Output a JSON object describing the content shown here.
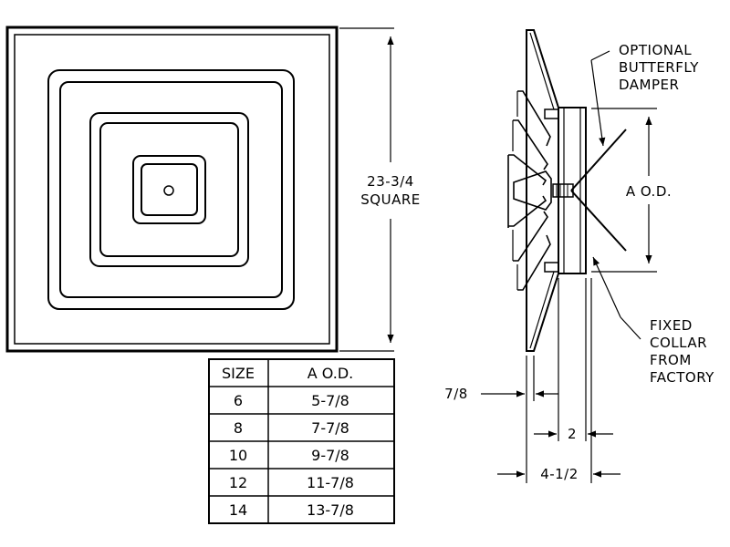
{
  "front_view": {
    "dimension_value": "23-3/4",
    "dimension_unit_label": "SQUARE"
  },
  "size_table": {
    "headers": [
      "SIZE",
      "A O.D."
    ],
    "rows": [
      [
        "6",
        "5-7/8"
      ],
      [
        "8",
        "7-7/8"
      ],
      [
        "10",
        "9-7/8"
      ],
      [
        "12",
        "11-7/8"
      ],
      [
        "14",
        "13-7/8"
      ]
    ]
  },
  "side_view": {
    "damper_label": [
      "OPTIONAL",
      "BUTTERFLY",
      "DAMPER"
    ],
    "collar_label": [
      "FIXED",
      "COLLAR",
      "FROM",
      "FACTORY"
    ],
    "od_label": "A O.D.",
    "dim_face": "7/8",
    "dim_collar": "2",
    "dim_overall": "4-1/2"
  },
  "colors": {
    "line": "#000000",
    "background": "#ffffff"
  }
}
